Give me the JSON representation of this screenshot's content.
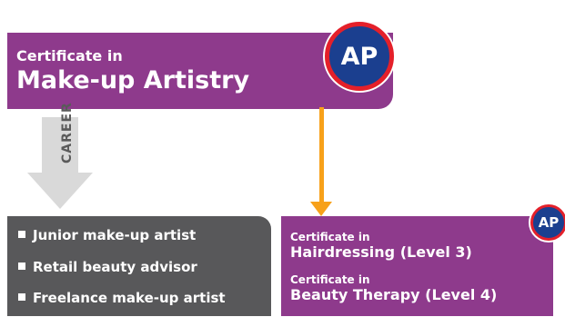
{
  "colors": {
    "purple": "#8e3a8c",
    "grey": "#58585a",
    "light_grey": "#d9d9d9",
    "orange": "#f7a11a",
    "badge_blue": "#1b3f8f",
    "badge_red": "#e4202a"
  },
  "main": {
    "pre": "Certificate in",
    "title": "Make-up Artistry",
    "badge": "AP"
  },
  "career": {
    "label": "CAREER",
    "items": [
      "Junior make-up artist",
      "Retail beauty advisor",
      "Freelance make-up artist"
    ]
  },
  "pathway": {
    "badge": "AP",
    "items": [
      {
        "pre": "Certificate in",
        "title": "Hairdressing (Level 3)"
      },
      {
        "pre": "Certificate in",
        "title": "Beauty Therapy (Level 4)"
      }
    ]
  }
}
